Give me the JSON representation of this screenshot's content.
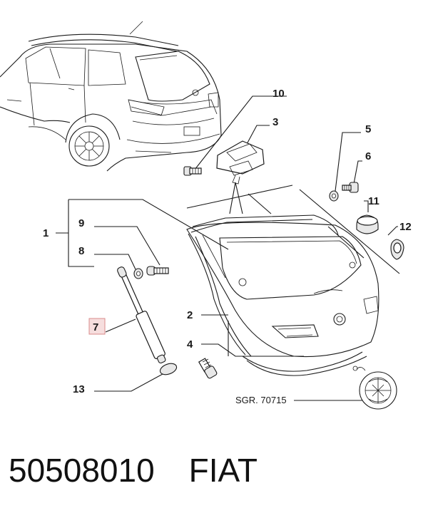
{
  "callouts": {
    "c1": "1",
    "c2": "2",
    "c3": "3",
    "c4": "4",
    "c5": "5",
    "c6": "6",
    "c7": "7",
    "c8": "8",
    "c9": "9",
    "c10": "10",
    "c11": "11",
    "c12": "12",
    "c13": "13"
  },
  "reference": "SGR. 70715",
  "footer": {
    "part_number": "50508010",
    "brand": "FIAT"
  },
  "colors": {
    "highlight_fill": "#f6dede",
    "highlight_border": "#d98b8b",
    "line": "#1a1a1a"
  }
}
